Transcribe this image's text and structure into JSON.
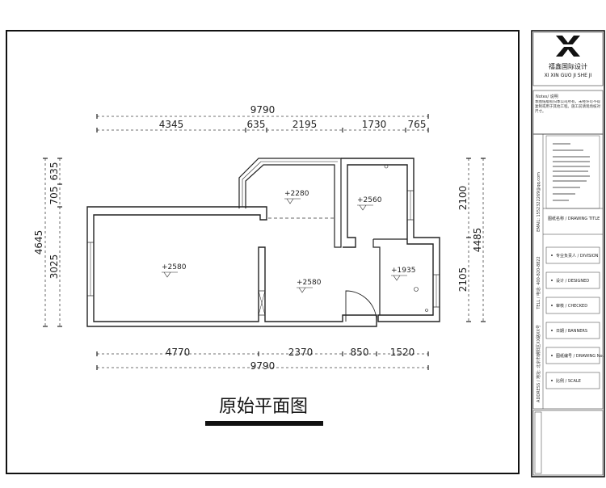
{
  "drawing_title": "原始平面图",
  "dimensions": {
    "top_total": "9790",
    "top_segments": [
      "4345",
      "635",
      "2195",
      "1730",
      "765"
    ],
    "bottom_segments": [
      "4770",
      "2370",
      "850",
      "1520"
    ],
    "bottom_total": "9790",
    "left_total": "4645",
    "left_segments": [
      "635",
      "705",
      "3025"
    ],
    "right_segments": [
      "2100",
      "2105"
    ],
    "right_total": "4485"
  },
  "elevations": {
    "bay_room": "+2280",
    "top_right_room": "+2560",
    "left_room": "+2580",
    "center_room": "+2580",
    "small_room": "+1935"
  },
  "title_block": {
    "company_name": "禧鑫国际设计",
    "company_pinyin": "XI XIN GUO JI SHE JI",
    "notes_header": "Notes/ 说明",
    "notes_body": "本图纸版权归本公司所有，未经许可不得复制或用于其他工程。施工前请现场核对尺寸。",
    "email": "EMAIL: 1552322269@qq.com",
    "tel": "TELL / 电话: 400-820-8822",
    "address": "ADDRESS / 地址: 北京市朝阳区XX路XX号",
    "side_label": "图纸名称 / DRAWING TITLE",
    "fields": [
      "专业负责人 / DIVISION",
      "设计 / DESIGNED",
      "审核 / CHECKED",
      "日期 / BANNERS",
      "图纸编号 / DRAWING No.",
      "比例 / SCALE"
    ]
  }
}
